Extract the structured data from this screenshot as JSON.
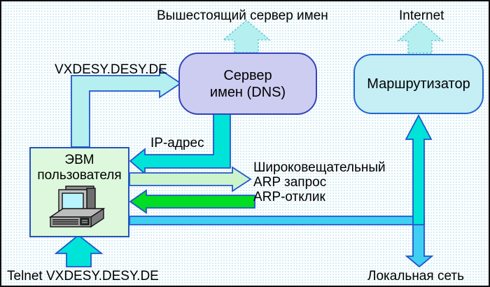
{
  "labels": {
    "top_server": "Вышестоящий сервер имен",
    "internet": "Internet",
    "vxdesy": "VXDESY.DESY.DE",
    "ip_address": "IP-адрес",
    "broadcast_line1": "Широковещательный",
    "broadcast_line2": "ARP запрос",
    "arp_reply": "ARP-отклик",
    "telnet": "Telnet VXDESY.DESY.DE",
    "local_network": "Локальная сеть"
  },
  "nodes": {
    "dns": {
      "line1": "Сервер",
      "line2": "имен (DNS)",
      "fill": "#CDCDF2"
    },
    "router": {
      "label": "Маршрутизатор",
      "fill": "#C5EEF5"
    },
    "user_pc": {
      "line1": "ЭВМ",
      "line2": "пользователя",
      "fill": "#DDF8DC"
    }
  },
  "colors": {
    "aqua": "#00E3D8",
    "sky_cyan": "#3FCFF2",
    "pale_cyan": "#B5EFEF",
    "pale_green": "#CCF4CC",
    "bright_green": "#00DD22",
    "screen_cyan": "#B8F4FF"
  }
}
